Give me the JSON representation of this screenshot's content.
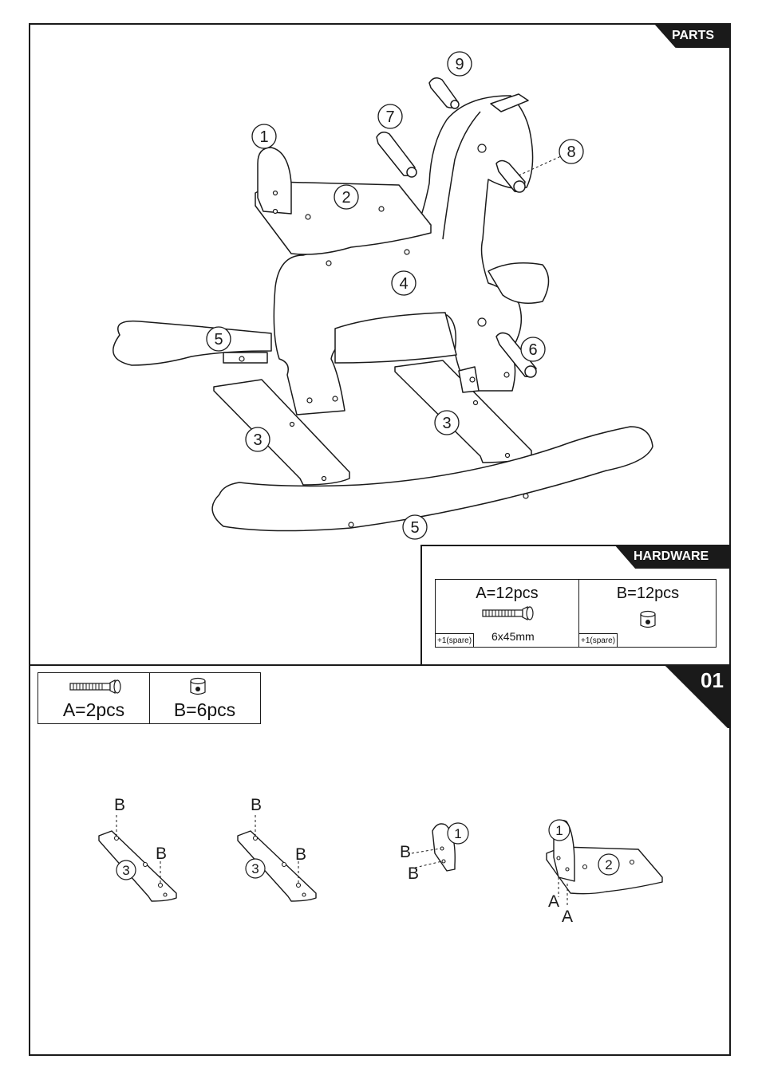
{
  "parts_tab": "PARTS",
  "hardware_tab": "HARDWARE",
  "step_number": "01",
  "part_numbers": [
    "1",
    "2",
    "3",
    "4",
    "5",
    "6",
    "7",
    "8",
    "9"
  ],
  "hardware": {
    "a_label": "A=12pcs",
    "a_size": "6x45mm",
    "a_spare": "+1(spare)",
    "b_label": "B=12pcs",
    "b_spare": "+1(spare)"
  },
  "step_hardware": {
    "a_label": "A=2pcs",
    "b_label": "B=6pcs"
  },
  "step_callouts": {
    "b": "B",
    "a": "A",
    "part1": "1",
    "part2": "2",
    "part3": "3"
  },
  "colors": {
    "ink": "#1a1a1a",
    "paper": "#ffffff"
  },
  "icons": [
    "screw-icon",
    "cam-nut-icon"
  ]
}
